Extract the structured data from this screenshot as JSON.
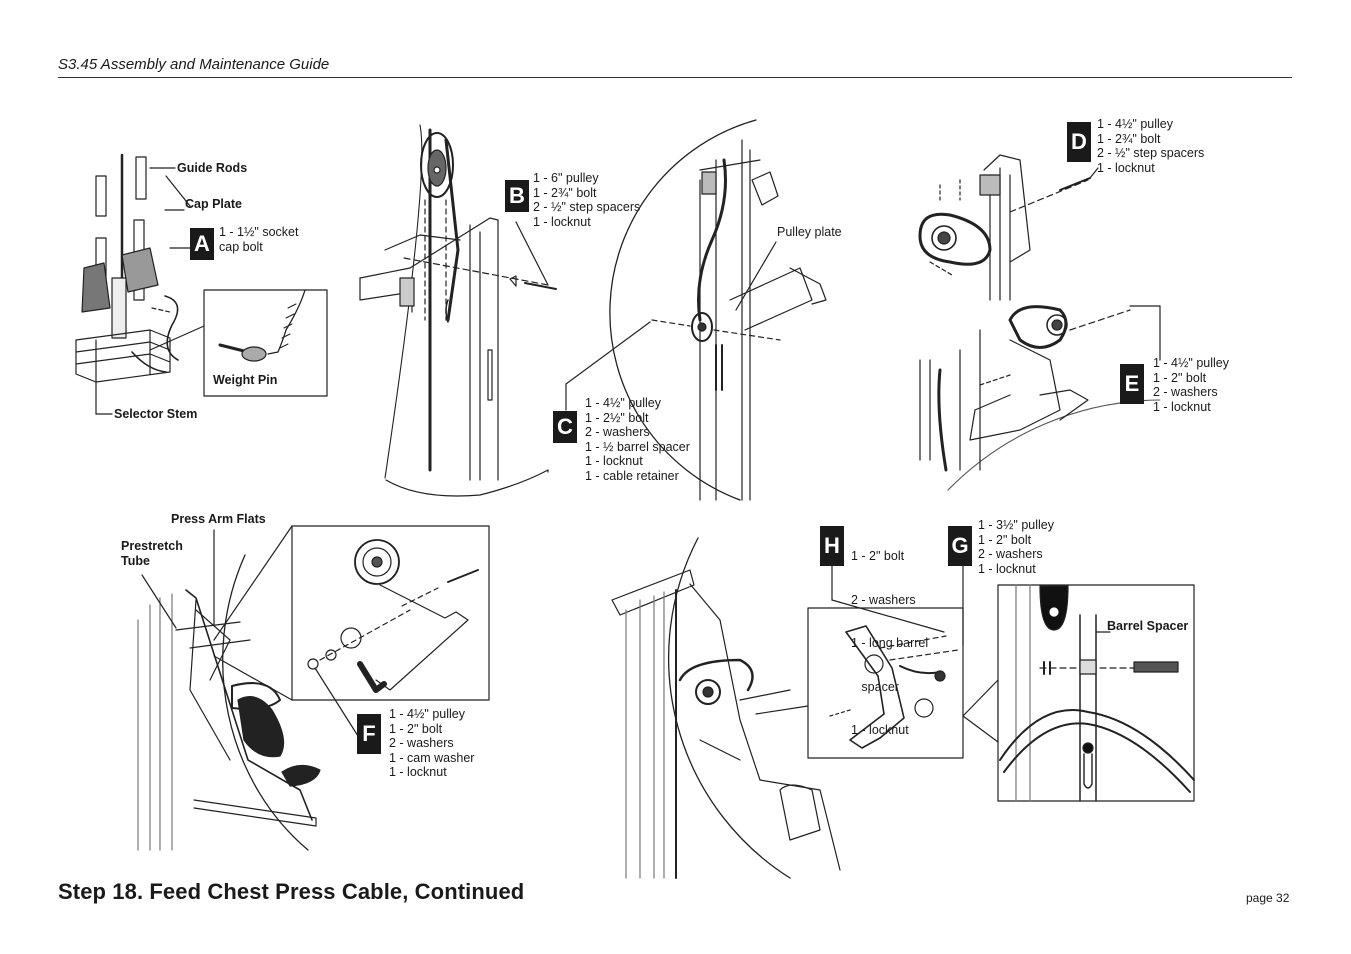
{
  "header": {
    "title": "S3.45 Assembly and Maintenance Guide"
  },
  "footer": {
    "step_title": "Step 18. Feed Chest Press Cable, Continued",
    "page": "page 32"
  },
  "labels": {
    "guide_rods": "Guide Rods",
    "cap_plate": "Cap Plate",
    "weight_pin": "Weight Pin",
    "selector_stem": "Selector Stem",
    "pulley_plate": "Pulley plate",
    "press_arm_flats": "Press Arm Flats",
    "prestretch_tube": [
      "Prestretch",
      "Tube"
    ],
    "barrel_spacer": "Barrel Spacer"
  },
  "callouts": {
    "A": {
      "letter": "A",
      "items": [
        "1 - 1½\" socket",
        "cap bolt"
      ]
    },
    "B": {
      "letter": "B",
      "items": [
        "1 - 6\" pulley",
        "1 - 2¾\" bolt",
        "2 - ½\" step spacers",
        "1 - locknut"
      ]
    },
    "C": {
      "letter": "C",
      "items": [
        "1 - 4½\" pulley",
        "1 - 2½\" bolt",
        "2 - washers",
        "1 - ½ barrel spacer",
        "1 - locknut",
        "1 - cable retainer"
      ]
    },
    "D": {
      "letter": "D",
      "items": [
        "1 - 4½\" pulley",
        "1 - 2¾\" bolt",
        "2 - ½\" step spacers",
        "1 - locknut"
      ]
    },
    "E": {
      "letter": "E",
      "items": [
        "1 - 4½\" pulley",
        "1 - 2\" bolt",
        "2 - washers",
        "1 - locknut"
      ]
    },
    "F": {
      "letter": "F",
      "items": [
        "1 - 4½\" pulley",
        "1 - 2\" bolt",
        "2 - washers",
        "1 - cam washer",
        "1 - locknut"
      ]
    },
    "G": {
      "letter": "G",
      "items": [
        "1 - 3½\" pulley",
        "1 - 2\" bolt",
        "2 - washers",
        "1 - locknut"
      ]
    },
    "H": {
      "letter": "H",
      "items": [
        "1 - 2\" bolt",
        "2 - washers",
        "1 - long barrel",
        "   spacer",
        "1 - locknut"
      ]
    }
  }
}
